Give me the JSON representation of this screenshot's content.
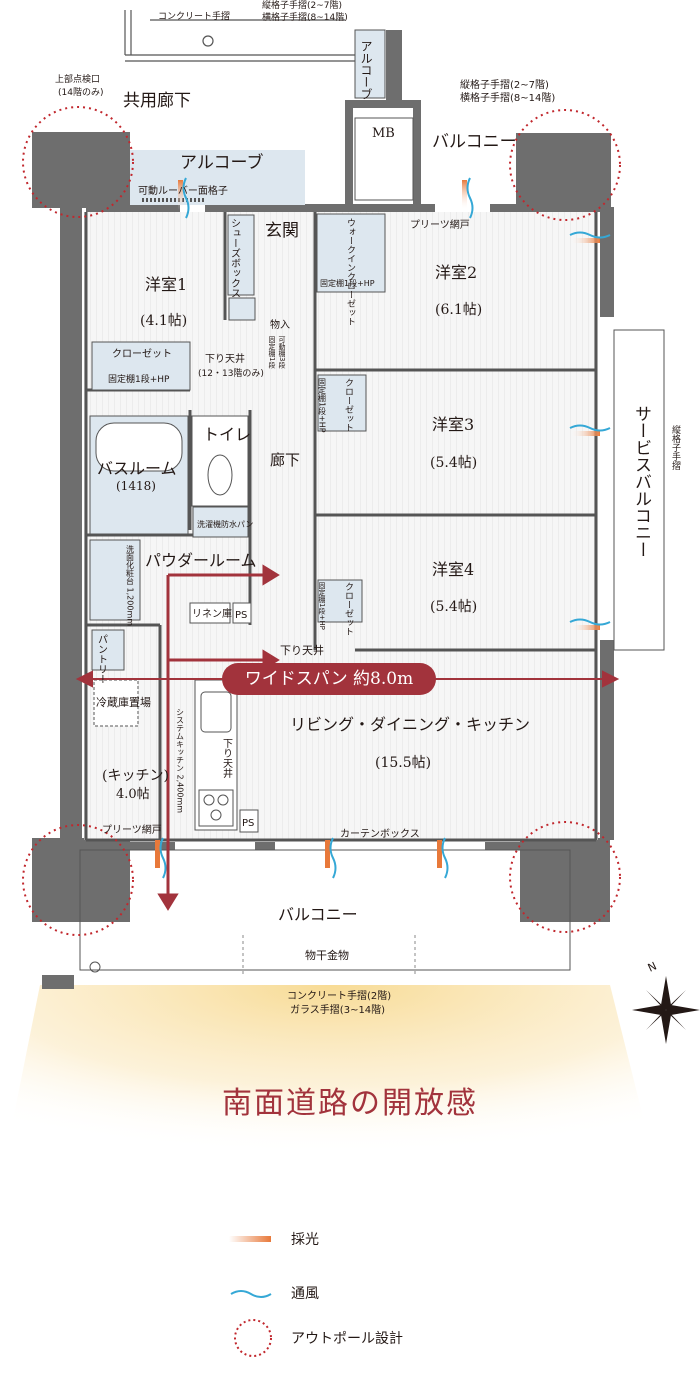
{
  "labels": {
    "concrete_rail_top": "コンクリート手摺",
    "vertical_rail_top": "縦格子手摺(2~7階)",
    "horizontal_rail_top": "横格子手摺(8~14階)",
    "alcove_vertical": "アルコーブ",
    "inspection_hatch": "上部点検口",
    "inspection_hatch_note": "(14階のみ)",
    "common_corridor": "共用廊下",
    "alcove": "アルコーブ",
    "louver_grill": "可動ルーバー面格子",
    "mb": "MB",
    "vertical_rail_right": "縦格子手摺(2~7階)",
    "horizontal_rail_right": "横格子手摺(8~14階)",
    "balcony_top": "バルコニー",
    "pleated_door_top": "プリーツ網戸",
    "shoes_box": "シューズボックス",
    "genkan": "玄関",
    "walkin_closet": "ウォークインクローゼット",
    "fixed_shelf_hp": "固定棚1段+HP",
    "room1": "洋室1",
    "room1_size": "(4.1帖)",
    "room2": "洋室2",
    "room2_size": "(6.1帖)",
    "storage": "物入",
    "storage_note1": "固定棚1段",
    "storage_note2": "可動棚3段",
    "lowered_ceiling_1213": "下り天井",
    "lowered_ceiling_1213_note": "(12・13階のみ)",
    "closet1": "クローゼット",
    "closet1_shelf": "固定棚1段+HP",
    "closet3": "クローゼット",
    "closet3_shelf": "固定棚1段+HP",
    "room3": "洋室3",
    "room3_size": "(5.4帖)",
    "service_balcony": "サービスバルコニー",
    "vertical_rail_side": "縦格子手摺",
    "toilet": "トイレ",
    "bathroom": "バスルーム",
    "bathroom_size": "(1418)",
    "corridor": "廊下",
    "washer_pan": "洗濯機防水パン",
    "vanity": "洗面化粧台 1,200mm",
    "powder_room": "パウダールーム",
    "room4": "洋室4",
    "room4_size": "(5.4帖)",
    "closet4": "クローゼット",
    "closet4_shelf": "固定棚1段+HP",
    "linen": "リネン庫",
    "ps1": "PS",
    "pantry": "パントリー",
    "lowered_ceiling_1": "下り天井",
    "fridge": "冷蔵庫置場",
    "system_kitchen": "システムキッチン 2,400mm",
    "lowered_ceiling_2": "下り天井",
    "ldk": "リビング・ダイニング・キッチン",
    "ldk_size": "(15.5帖)",
    "kitchen": "(キッチン)",
    "kitchen_size": "4.0帖",
    "ps2": "PS",
    "pleated_door_bottom": "プリーツ網戸",
    "curtain_box": "カーテンボックス",
    "balcony_bottom": "バルコニー",
    "clothes_hanger": "物干金物",
    "concrete_rail_bottom": "コンクリート手摺(2階)",
    "glass_rail_bottom": "ガラス手摺(3~14階)",
    "compass_n": "N"
  },
  "span_label": "ワイドスパン 約8.0m",
  "headline": "南面道路の開放感",
  "legend": [
    {
      "icon": "sunlight-icon",
      "label": "採光"
    },
    {
      "icon": "wind-icon",
      "label": "通風"
    },
    {
      "icon": "outpole-circle-icon",
      "label": "アウトポール設計"
    }
  ],
  "colors": {
    "accent": "#a2333c",
    "wall": "#6e6e6e",
    "floor": "#f4f4f4",
    "wet_area": "#dde7ef",
    "sunlight": "#e8793a",
    "wind": "#35a8d6",
    "outpole": "#c1272d"
  }
}
